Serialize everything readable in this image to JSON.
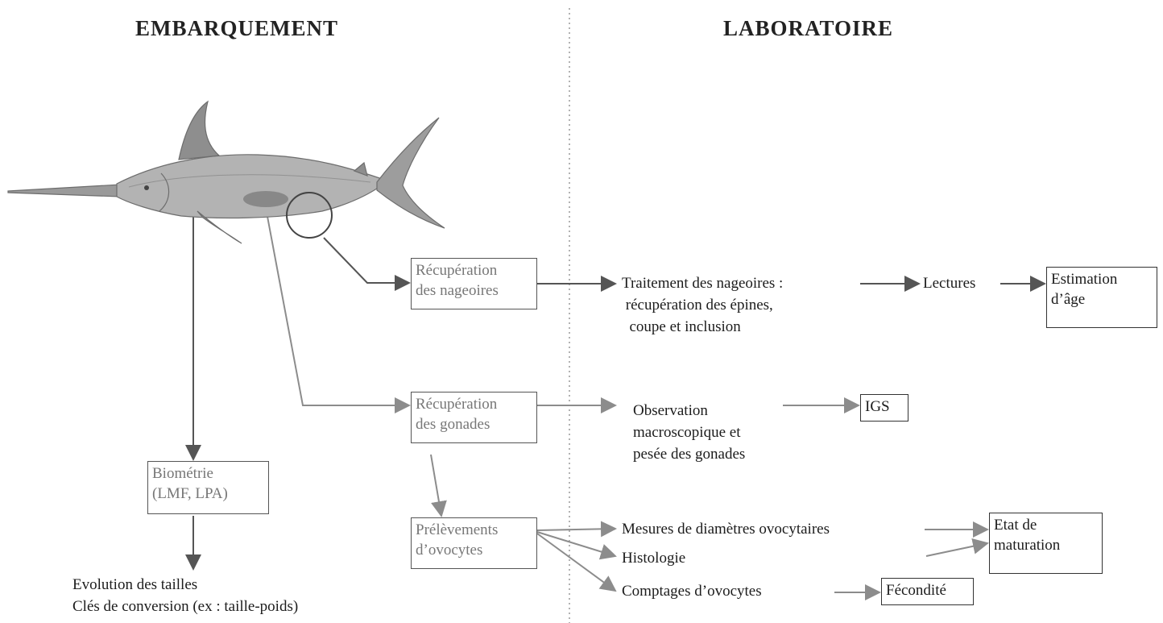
{
  "headings": {
    "left": "EMBARQUEMENT",
    "right": "LABORATOIRE"
  },
  "boxes": {
    "recup_nageoires": [
      "Récupération",
      "des nageoires"
    ],
    "recup_gonades": [
      "Récupération",
      "des gonades"
    ],
    "prelevements": [
      "Prélèvements",
      "d’ovocytes"
    ],
    "biometrie": [
      "Biométrie",
      "(LMF, LPA)"
    ],
    "estimation": [
      "Estimation",
      "d’âge"
    ],
    "igs": "IGS",
    "etat": [
      "Etat de",
      "maturation"
    ],
    "fecondite": "Fécondité"
  },
  "texts": {
    "traitement": [
      "Traitement des nageoires :",
      " récupération des épines,",
      "  coupe et inclusion"
    ],
    "lectures": "Lectures",
    "observation": [
      "Observation",
      "macroscopique et",
      "pesée des gonades"
    ],
    "mesures": "Mesures de diamètres ovocytaires",
    "histologie": "Histologie",
    "comptages": "Comptages d’ovocytes",
    "evolution": [
      "Evolution des tailles",
      "Clés de conversion (ex : taille-poids)"
    ]
  },
  "colors": {
    "arrow_dark": "#555555",
    "arrow_gray": "#8c8c8c",
    "gonad": "#888888",
    "fish": "#a9a9a9",
    "divider": "#999999"
  }
}
